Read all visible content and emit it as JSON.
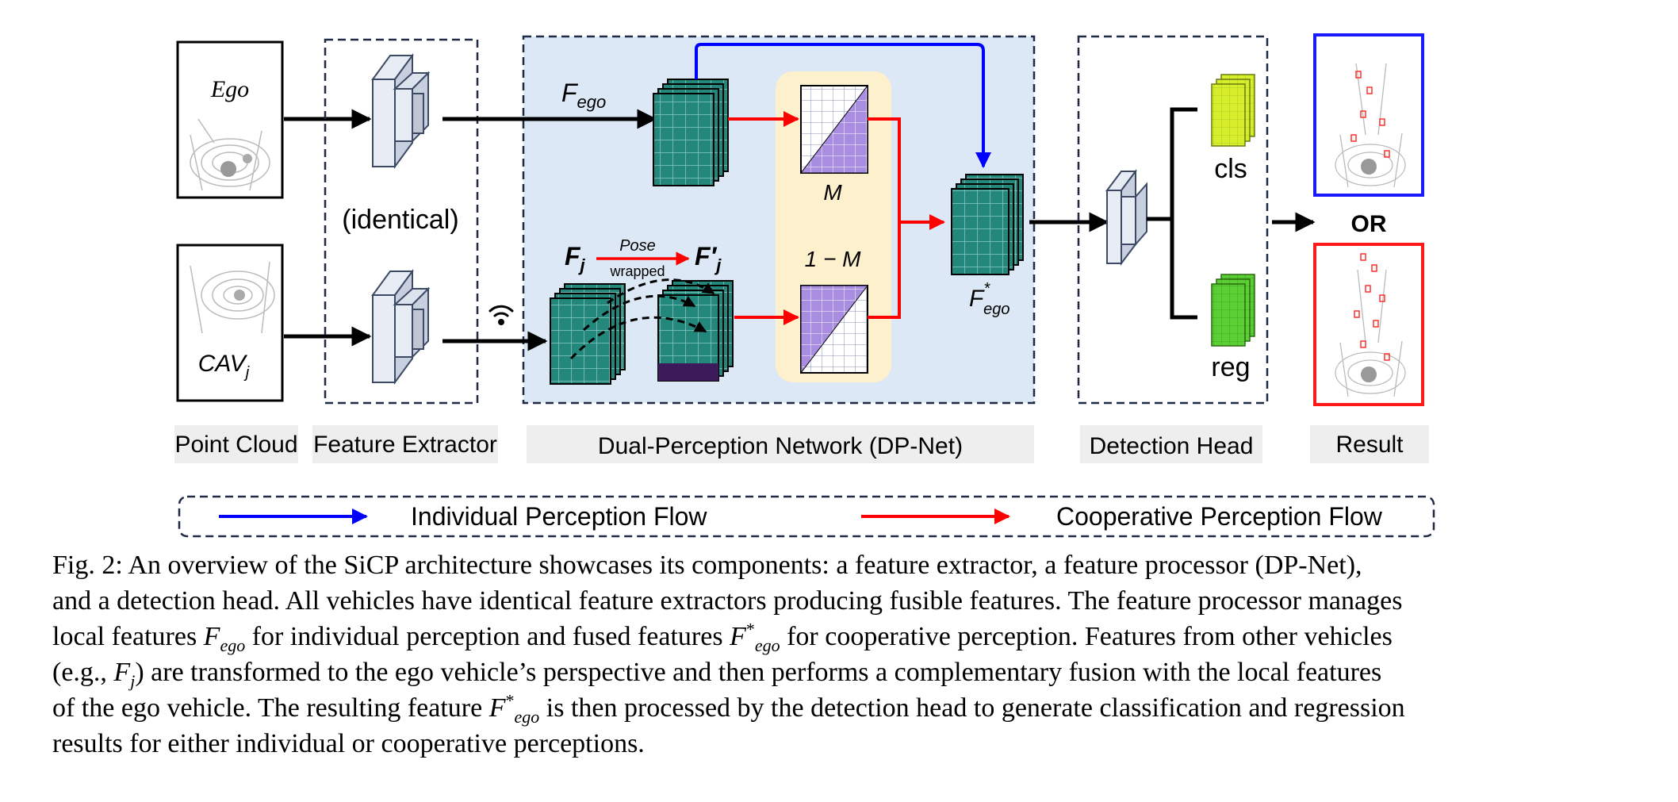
{
  "diagram": {
    "inputs": {
      "ego": "Ego",
      "cav": "CAV",
      "cav_sub": "j"
    },
    "identical": "(identical)",
    "f_ego": {
      "base": "F",
      "sub": "ego"
    },
    "f_j": {
      "base": "F",
      "sub": "j"
    },
    "f_j_prime": "F′",
    "f_j_prime_sub": "j",
    "pose": "Pose",
    "wrapped": "wrapped",
    "mask_m": "M",
    "mask_1m": "1 − M",
    "f_ego_star": {
      "base": "F",
      "sup": "*",
      "sub": "ego"
    },
    "cls": "cls",
    "reg": "reg",
    "or": "OR",
    "section_labels": [
      "Point Cloud",
      "Feature Extractor",
      "Dual-Perception Network (DP-Net)",
      "Detection Head",
      "Result"
    ],
    "legend": {
      "individual": "Individual Perception Flow",
      "cooperative": "Cooperative Perception Flow"
    },
    "colors": {
      "individual": "#0000ff",
      "cooperative": "#ff0000",
      "dpnet_bg": "#dce8f5",
      "mask_bg": "#fdf0cc",
      "mask_purple": "#a88de0",
      "feature_teal": "#1f8a80",
      "cls_yellow": "#d8f02a",
      "reg_green": "#5fd23a",
      "result_blue": "#1a1aff",
      "result_red": "#ff1a1a"
    }
  },
  "caption": {
    "line1": "Fig. 2: An overview of the SiCP architecture showcases its components: a feature extractor, a feature processor (DP-Net),",
    "line2": "and a detection head. All vehicles have identical feature extractors producing fusible features. The feature processor manages",
    "line3_a": "local features ",
    "line3_b": " for individual perception and fused features ",
    "line3_c": " for cooperative perception. Features from other vehicles",
    "line4_a": "(e.g., ",
    "line4_b": ") are transformed to the ego vehicle’s perspective and then performs a complementary fusion with the local features",
    "line5_a": "of the ego vehicle. The resulting feature ",
    "line5_b": " is then processed by the detection head to generate classification and regression",
    "line6": "results for either individual or cooperative perceptions.",
    "sym_F": "F",
    "sym_ego": "ego",
    "sym_star": "*",
    "sym_j": "j"
  }
}
